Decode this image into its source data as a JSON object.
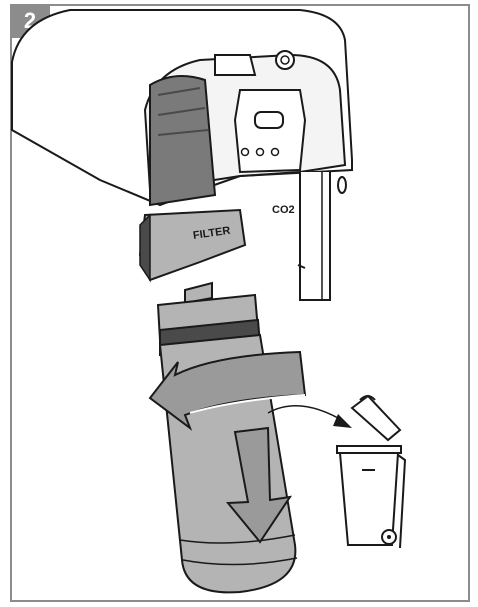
{
  "step": {
    "number": "2"
  },
  "labels": {
    "filter": "FILTER",
    "co2": "CO2"
  },
  "colors": {
    "frame": "#8c8c8c",
    "part_gray": "#b4b4b4",
    "part_dark": "#7a7a7a",
    "arrow": "#9a9a9a",
    "stroke": "#1a1a1a"
  },
  "icons": [
    "machine-housing",
    "filter-cartridge",
    "co2-cylinder",
    "removal-arrow",
    "discard-arrow",
    "trash-bin-icon"
  ]
}
